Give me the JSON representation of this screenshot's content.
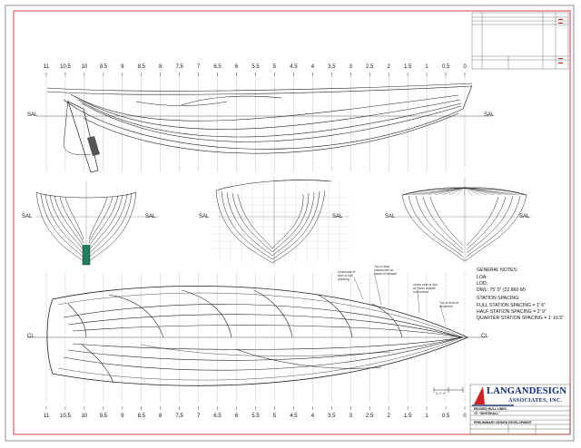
{
  "colors": {
    "frame_red": "#cc1111",
    "line": "#222222",
    "logo_blue": "#0b2a78",
    "logo_red": "#cc2222"
  },
  "stations": [
    "11",
    "10.5",
    "10",
    "9.5",
    "9",
    "8.5",
    "8",
    "7.5",
    "7",
    "6.5",
    "6",
    "5.5",
    "5",
    "4.5",
    "4",
    "3.5",
    "3",
    "2.5",
    "2",
    "1.5",
    "1",
    "0.5",
    "0"
  ],
  "labels": {
    "sal": "SAL",
    "centerline": "CL"
  },
  "general_notes": {
    "heading": "GENERAL NOTES:",
    "loa": "LOA:",
    "lod": "LOD:",
    "dwl": "DWL: 75' 0\" (22.860 M)",
    "spacing_heading": "STATION SPACING:",
    "full": "FULL STATION SPACING = 1' 6\"",
    "half": "HALF STATION SPACING = 2' 9\"",
    "quarter": "QUARTER STATION SPACING = 1' 10.5\""
  },
  "annotations": {
    "a1": "Underside of face of hull planking",
    "a2": "Top of deck intersection at inside of bulwark",
    "a3": "Under side of dryt at Sheer outside hull surface",
    "a4": "Top of deck at centerline",
    "scale": "0'-2\"-4\""
  },
  "title_block": {
    "logo_name": "LANGANDESIGN",
    "logo_sub": "ASSOCIATES, INC.",
    "drawing_title": "REVISED HULL LINES",
    "vessel": "75' \"WHITEHALL\"",
    "subtitle": "PRELIMINARY DESIGN DEVELOPMENT"
  }
}
